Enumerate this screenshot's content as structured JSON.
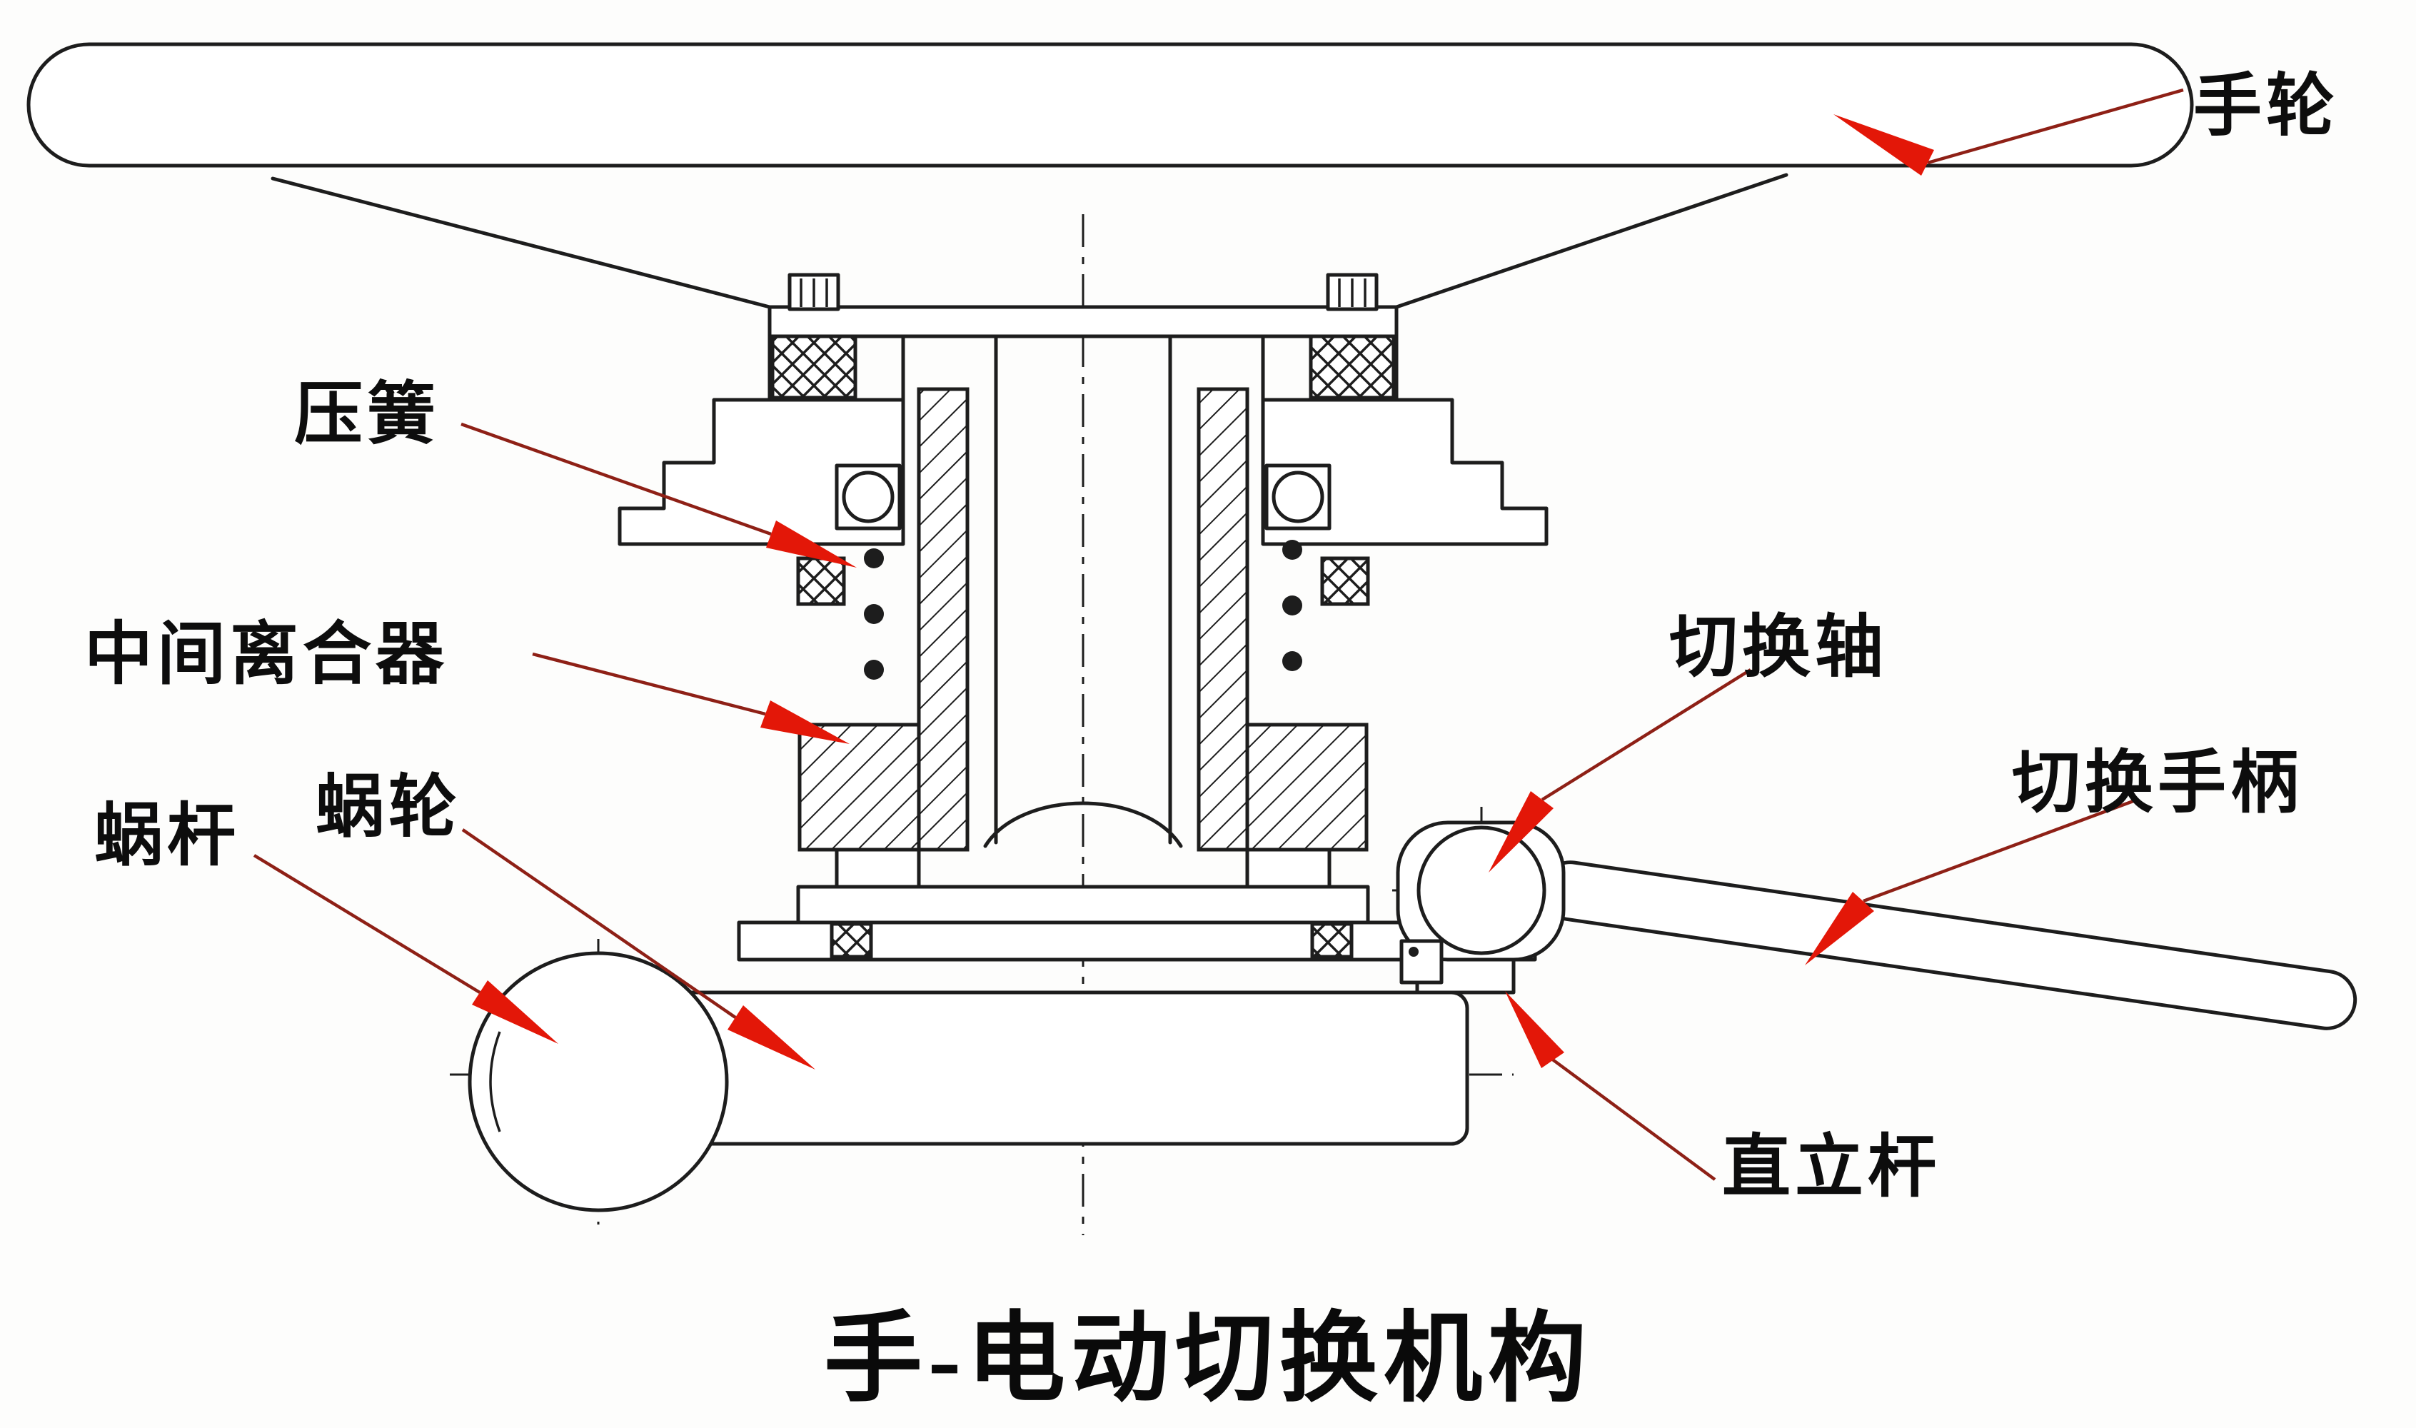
{
  "title": "手-电动切换机构",
  "labels": {
    "handwheel": "手轮",
    "compression_spring": "压簧",
    "intermediate_clutch": "中间离合器",
    "worm": "蜗杆",
    "worm_wheel": "蜗轮",
    "switching_shaft": "切换轴",
    "switching_handle": "切换手柄",
    "vertical_rod": "直立杆"
  },
  "colors": {
    "line": "#1d1d1d",
    "arrow": "#e31708",
    "leader": "#8e2016",
    "bg": "#fdfdfc"
  }
}
